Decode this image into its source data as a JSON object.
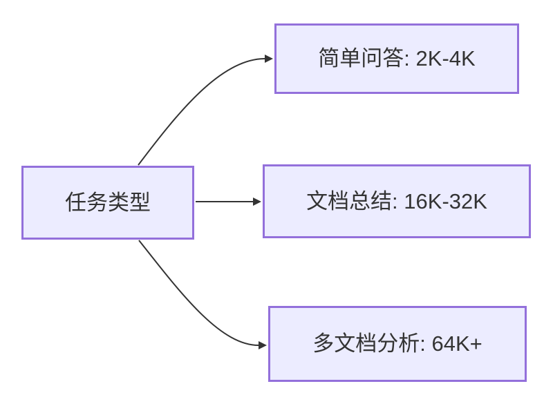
{
  "diagram": {
    "type": "flowchart",
    "root": {
      "label": "任务类型"
    },
    "children": [
      {
        "label": "简单问答: 2K-4K"
      },
      {
        "label": "文档总结: 16K-32K"
      },
      {
        "label": "多文档分析: 64K+"
      }
    ],
    "colors": {
      "background": "#ffffff",
      "node_fill": "#ECECFF",
      "node_border": "#9370DB",
      "edge": "#333333",
      "text": "#333333"
    }
  }
}
